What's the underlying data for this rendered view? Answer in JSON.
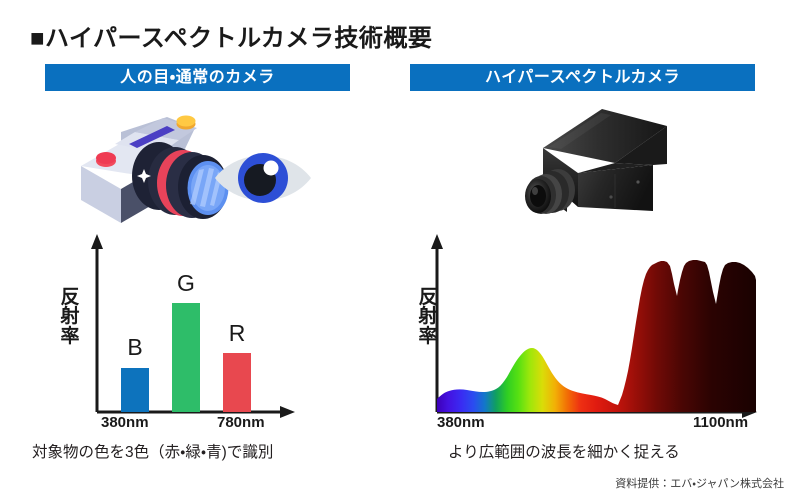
{
  "title": "■ハイパースペクトルカメラ技術概要",
  "colors": {
    "header_blue": "#0a70bf",
    "bar_blue": "#0d73bd",
    "bar_green": "#2ebd69",
    "bar_red": "#e8484f",
    "axis_black": "#1a1a1a",
    "text_black": "#231f20"
  },
  "panels": {
    "left": {
      "header": "人の目・通常のカメラ",
      "art_name": "camera-and-eye-illustration",
      "caption": "対象物の色を3色（赤・緑・青)で識別"
    },
    "right": {
      "header": "ハイパースペクトルカメラ",
      "art_name": "hyperspectral-camera-photo",
      "caption": "より広範囲の波長を細かく捉える"
    }
  },
  "credit": "資料提供：エバ・ジャパン株式会社",
  "chart_data": [
    {
      "type": "bar",
      "title": "人の目・通常のカメラ",
      "ylabel": "反射率",
      "xlabel": "",
      "categories": [
        "B",
        "G",
        "R"
      ],
      "values": [
        22,
        55,
        30
      ],
      "bar_colors": [
        "#0d73bd",
        "#2ebd69",
        "#e8484f"
      ],
      "data_labels": [
        "B",
        "G",
        "R"
      ],
      "xticks": [
        "380nm",
        "780nm"
      ],
      "xlim": [
        380,
        780
      ],
      "ylim": [
        0,
        100
      ],
      "grid": false,
      "legend": "none"
    },
    {
      "type": "area",
      "title": "ハイパースペクトルカメラ",
      "ylabel": "反射率",
      "xlabel": "",
      "xticks": [
        "380nm",
        "1100nm"
      ],
      "xlim": [
        380,
        1100
      ],
      "ylim": [
        0,
        100
      ],
      "grid": false,
      "legend": "none",
      "fill": "wavelength-spectrum-gradient",
      "x": [
        380,
        400,
        420,
        440,
        460,
        480,
        500,
        520,
        540,
        550,
        560,
        580,
        600,
        620,
        640,
        660,
        680,
        700,
        710,
        720,
        730,
        740,
        750,
        760,
        780,
        800,
        830,
        860,
        890,
        910,
        930,
        950,
        960,
        970,
        980,
        1000,
        1020,
        1040,
        1060,
        1080,
        1090,
        1100
      ],
      "values": [
        7,
        11,
        12,
        12,
        11,
        9,
        10,
        16,
        26,
        28,
        26,
        20,
        16,
        14,
        13,
        12,
        10,
        9,
        9,
        12,
        20,
        34,
        52,
        68,
        80,
        86,
        89,
        90,
        90,
        63,
        86,
        88,
        88,
        86,
        56,
        82,
        88,
        89,
        88,
        86,
        82,
        80
      ]
    }
  ]
}
